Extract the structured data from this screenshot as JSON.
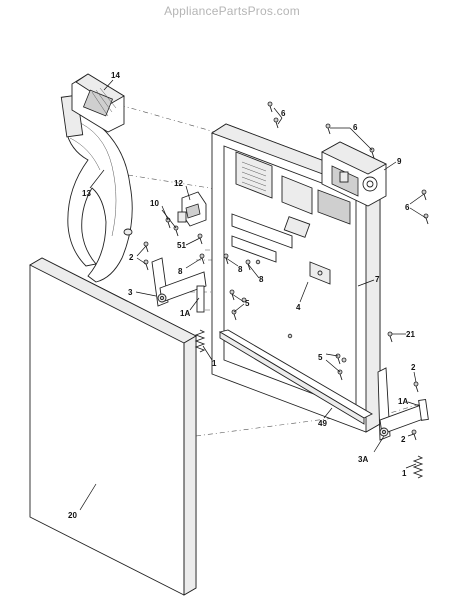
{
  "header": {
    "site_name": "AppliancePartsPros.com"
  },
  "callouts": {
    "c14": "14",
    "c13": "13",
    "c12": "12",
    "c10": "10",
    "c2a": "2",
    "c51": "51",
    "c8a": "8",
    "c8b": "8",
    "c8c": "8",
    "c3": "3",
    "c1Aa": "1A",
    "c1a": "1",
    "c6a": "6",
    "c6b": "6",
    "c6c": "6",
    "c9": "9",
    "c7": "7",
    "c4": "4",
    "c5a": "5",
    "c5b": "5",
    "c21": "21",
    "c2b": "2",
    "c1Ab": "1A",
    "c2c": "2",
    "c49": "49",
    "c3A": "3A",
    "c1b": "1",
    "c20": "20"
  }
}
